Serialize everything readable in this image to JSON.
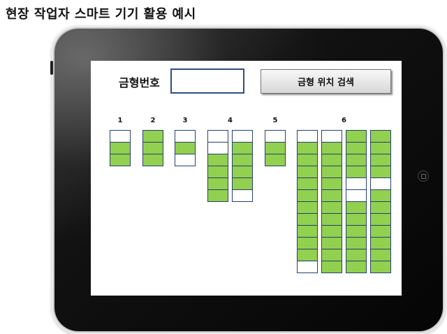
{
  "page_title": "현장 작업자 스마트 기기 활용 예시",
  "screen": {
    "mold_label": "금형번호",
    "mold_input_value": "",
    "search_button_label": "금형 위치 검색"
  },
  "colors": {
    "filled_slot": "#92d050",
    "empty_slot": "#ffffff",
    "slot_border": "#27406f",
    "input_border": "#2f4f7f"
  },
  "racks": [
    {
      "label": "1",
      "columns": [
        [
          "empty",
          "filled",
          "filled"
        ]
      ]
    },
    {
      "label": "2",
      "columns": [
        [
          "filled",
          "filled",
          "filled"
        ]
      ]
    },
    {
      "label": "3",
      "columns": [
        [
          "empty",
          "filled",
          "empty"
        ]
      ]
    },
    {
      "label": "4",
      "columns": [
        [
          "empty",
          "empty",
          "filled",
          "filled",
          "filled",
          "filled"
        ],
        [
          "empty",
          "filled",
          "filled",
          "filled",
          "filled",
          "empty"
        ]
      ]
    },
    {
      "label": "5",
      "columns": [
        [
          "empty",
          "filled",
          "filled"
        ]
      ]
    },
    {
      "label": "6",
      "columns": [
        [
          "empty",
          "filled",
          "filled",
          "filled",
          "filled",
          "filled",
          "filled",
          "filled",
          "filled",
          "filled",
          "filled",
          "empty"
        ],
        [
          "empty",
          "filled",
          "filled",
          "filled",
          "filled",
          "filled",
          "filled",
          "filled",
          "filled",
          "filled",
          "filled",
          "filled"
        ],
        [
          "filled",
          "filled",
          "filled",
          "filled",
          "empty",
          "empty",
          "filled",
          "filled",
          "filled",
          "filled",
          "filled",
          "filled"
        ],
        [
          "filled",
          "filled",
          "filled",
          "filled",
          "empty",
          "filled",
          "filled",
          "filled",
          "filled",
          "filled",
          "filled",
          "filled"
        ]
      ]
    }
  ]
}
